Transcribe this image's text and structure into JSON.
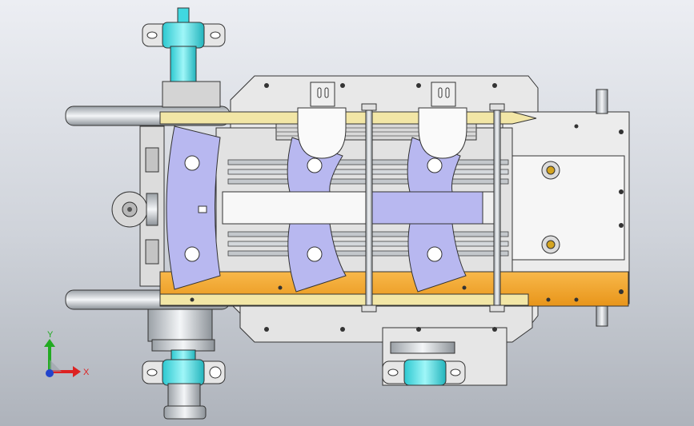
{
  "view": {
    "triad": {
      "y_label": "Y",
      "x_label": "X",
      "y_color": "#22aa22",
      "x_color": "#dd2222",
      "z_color": "#2244cc"
    }
  },
  "colors": {
    "background_top": "#eceef3",
    "background_bottom": "#aeb3bb",
    "frame": "#e6e6e6",
    "frame_stroke": "#444444",
    "yellow_rail": "#f2e6a6",
    "orange_rail": "#f5a623",
    "lavender_plate": "#b8b8f0",
    "cyan_shaft": "#5fe0e6",
    "steel": "#c8ccd0"
  },
  "parts": {
    "left_lavender_plate": "lavender-curved-plate",
    "middle_lavender_plates": 2,
    "bearing_blocks": 3,
    "vertical_rods": 2
  }
}
